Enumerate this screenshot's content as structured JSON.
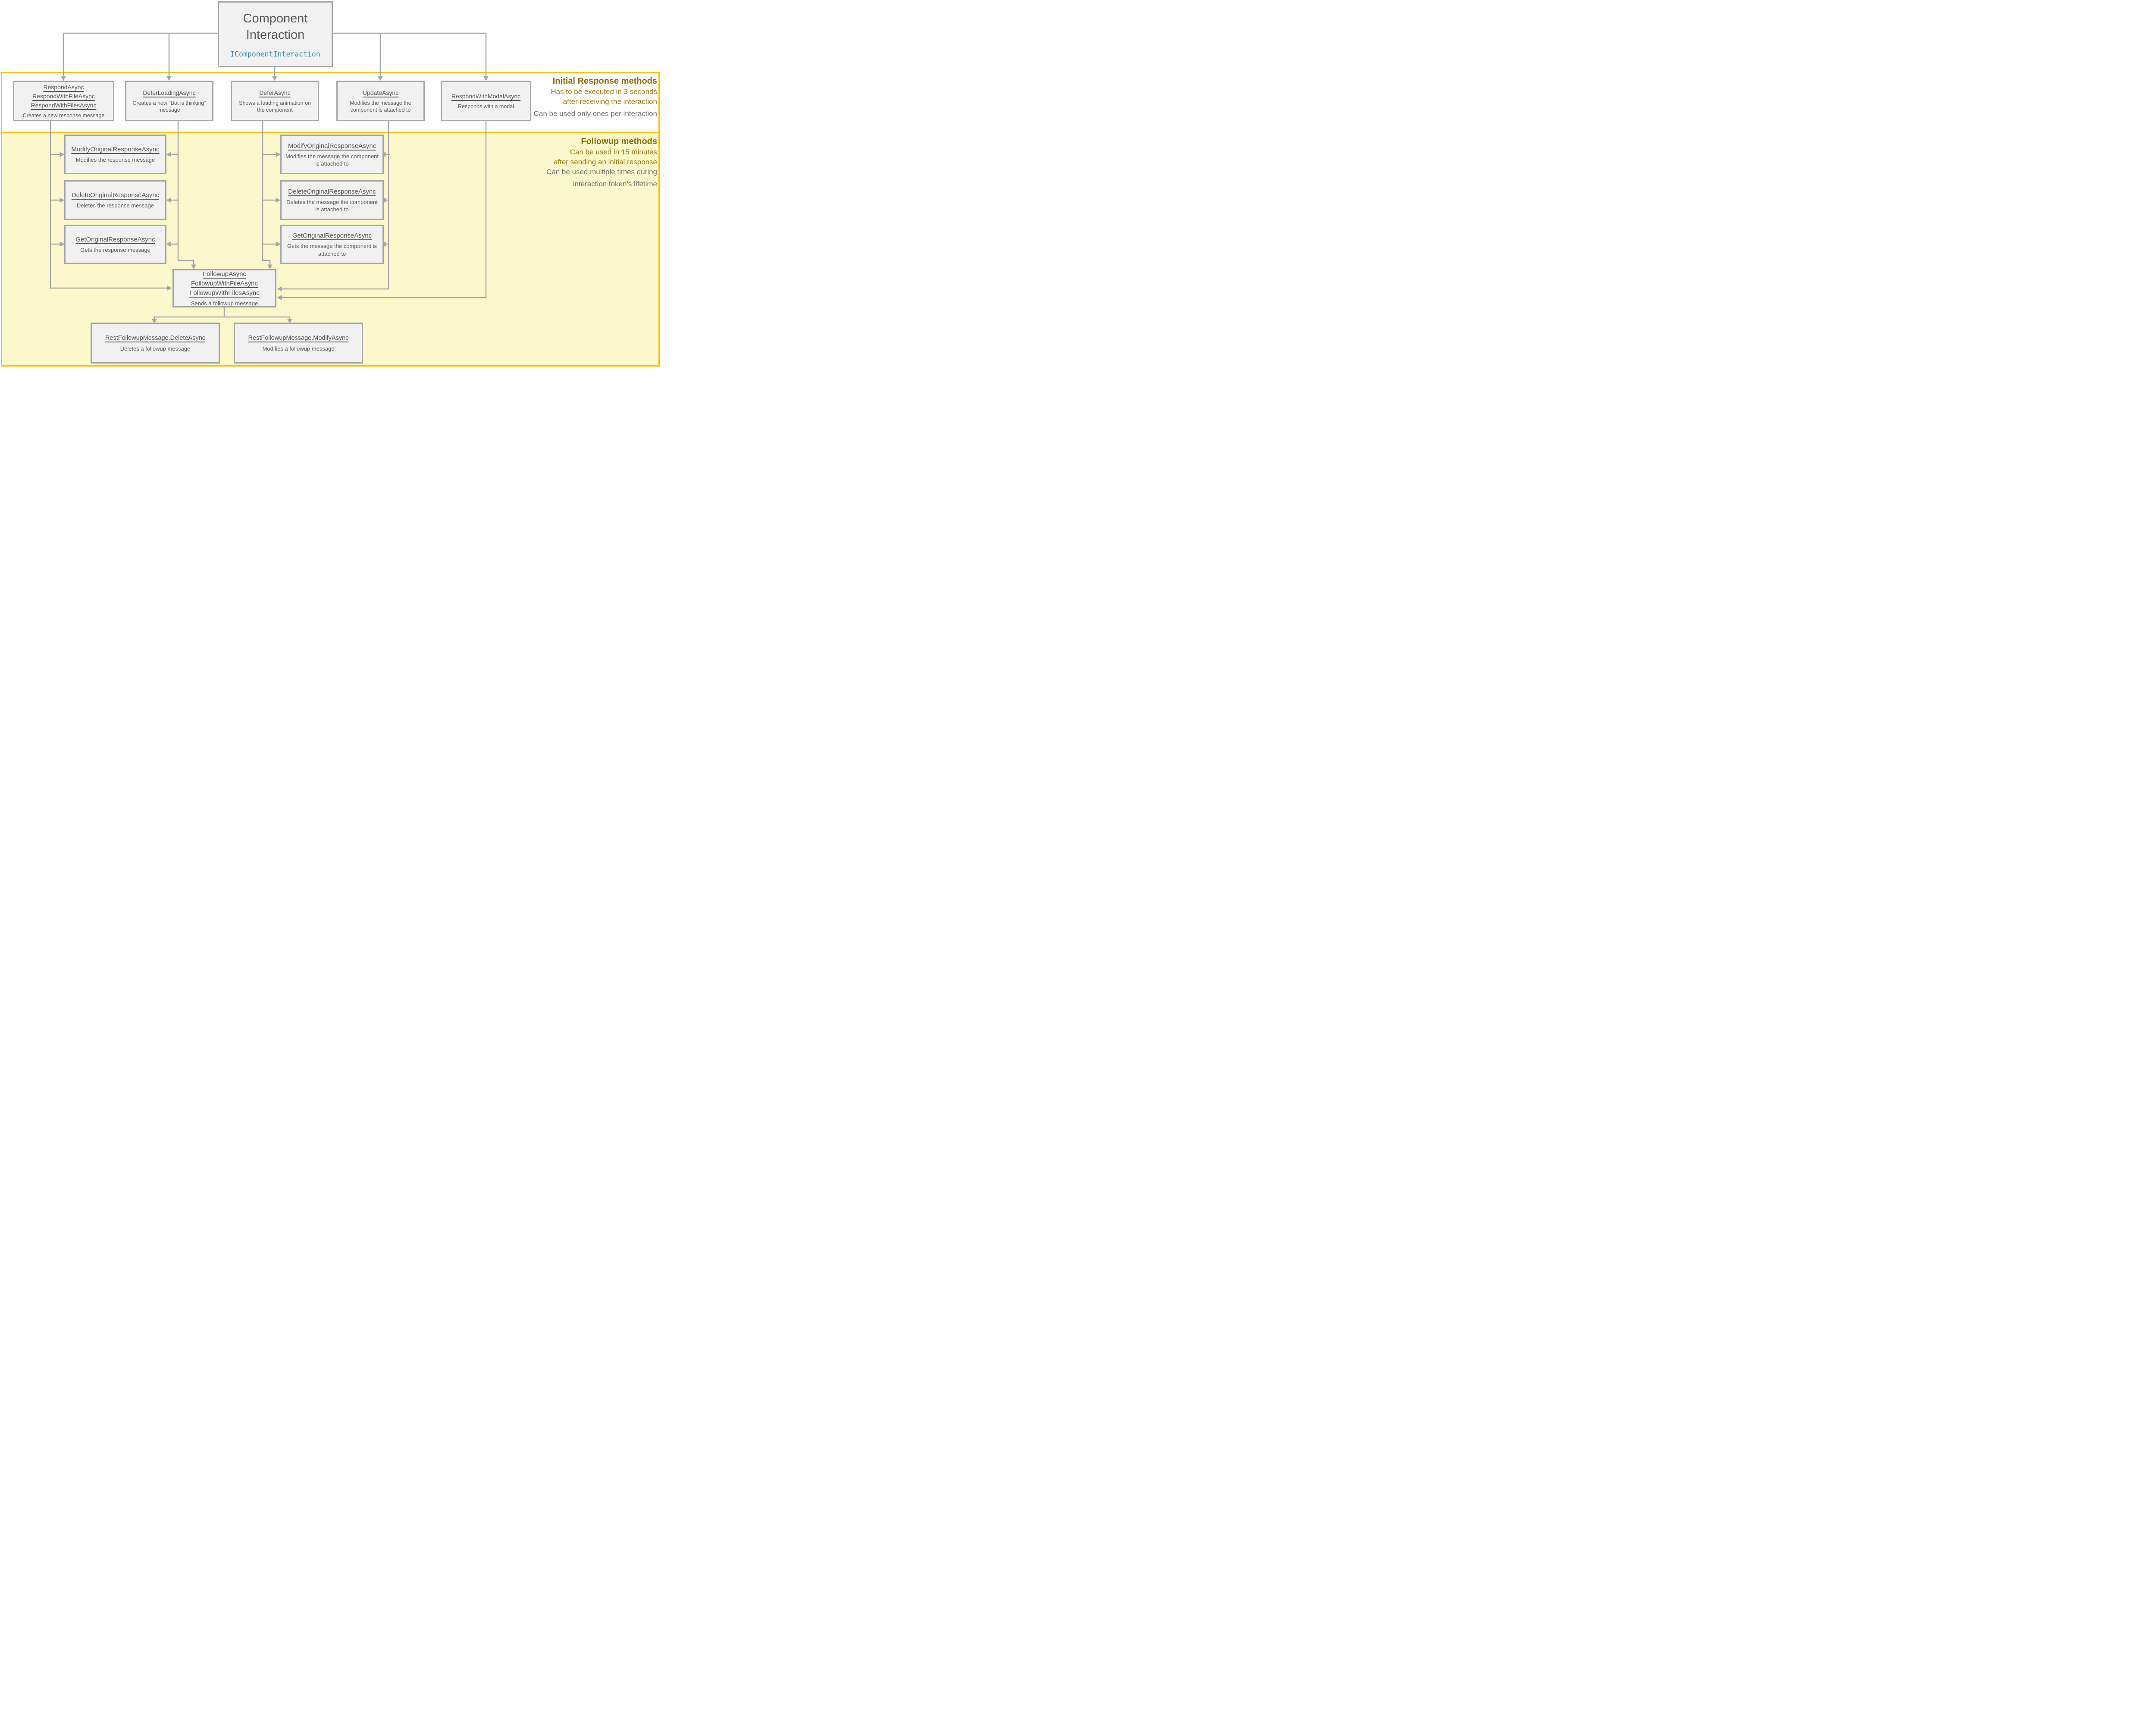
{
  "root": {
    "title_line1": "Component",
    "title_line2": "Interaction",
    "code": "IComponentInteraction"
  },
  "initial": {
    "header": "Initial Response methods",
    "note_gold_1": "Has to be executed in 3 seconds",
    "note_gold_2": "after receiving the interaction",
    "note_gray": "Can be used only ones per interaction",
    "respond": {
      "m1": "RespondAsync",
      "m2": "RespondWithFileAsync",
      "m3": "RespondWithFilesAsync",
      "desc": "Creates a new response message"
    },
    "defer_loading": {
      "m1": "DeferLoadingAsync",
      "desc": "Creates a new “Bot is thinking” message"
    },
    "defer": {
      "m1": "DeferAsync",
      "desc": "Shows a loading animation on the component"
    },
    "update": {
      "m1": "UpdateAsync",
      "desc": "Modifies the message the component is attached to"
    },
    "respond_modal": {
      "m1": "RespondWithModalAsync",
      "desc": "Responds with a modal"
    }
  },
  "followup": {
    "header": "Followup methods",
    "note_gold_1": "Can be used in 15 minutes",
    "note_gold_2": "after sending an initial response",
    "note_gray_1": "Can be used multiple times during",
    "note_gray_2": "interaction token’s lifetime",
    "left_modify": {
      "m1": "ModifyOriginalResponseAsync",
      "desc": "Modifies the response message"
    },
    "left_delete": {
      "m1": "DeleteOriginalResponseAsync",
      "desc": "Deletes the response message"
    },
    "left_get": {
      "m1": "GetOriginalResponseAsync",
      "desc": "Gets the response message"
    },
    "mid_modify": {
      "m1": "ModifyOriginalResponseAsync",
      "desc": "Modifies the message the component is attached to"
    },
    "mid_delete": {
      "m1": "DeleteOriginalResponseAsync",
      "desc": "Deletes the message the component is attached to"
    },
    "mid_get": {
      "m1": "GetOriginalResponseAsync",
      "desc": "Gets the message the component is attached to"
    },
    "followup_box": {
      "m1": "FollowupAsync",
      "m2": "FollowupWithFileAsync",
      "m3": "FollowupWithFilesAsync",
      "desc": "Sends a followup message"
    },
    "rest_delete": {
      "m1": "RestFollowupMessage.DeleteAsync",
      "desc": "Deletes a followup message"
    },
    "rest_modify": {
      "m1": "RestFollowupMessage.ModifyAsync",
      "desc": "Modifies a followup message"
    }
  },
  "colors": {
    "accent_gold_border": "#FFC000",
    "band_yellow_fill": "#FBF8CC",
    "node_fill": "#F1F1F1",
    "node_border": "#A6A6A6",
    "text_gray": "#595959",
    "header_gold": "#8C6D00",
    "note_gold": "#A07D0A",
    "note_gray": "#757575",
    "code_teal": "#2E8FAD"
  }
}
